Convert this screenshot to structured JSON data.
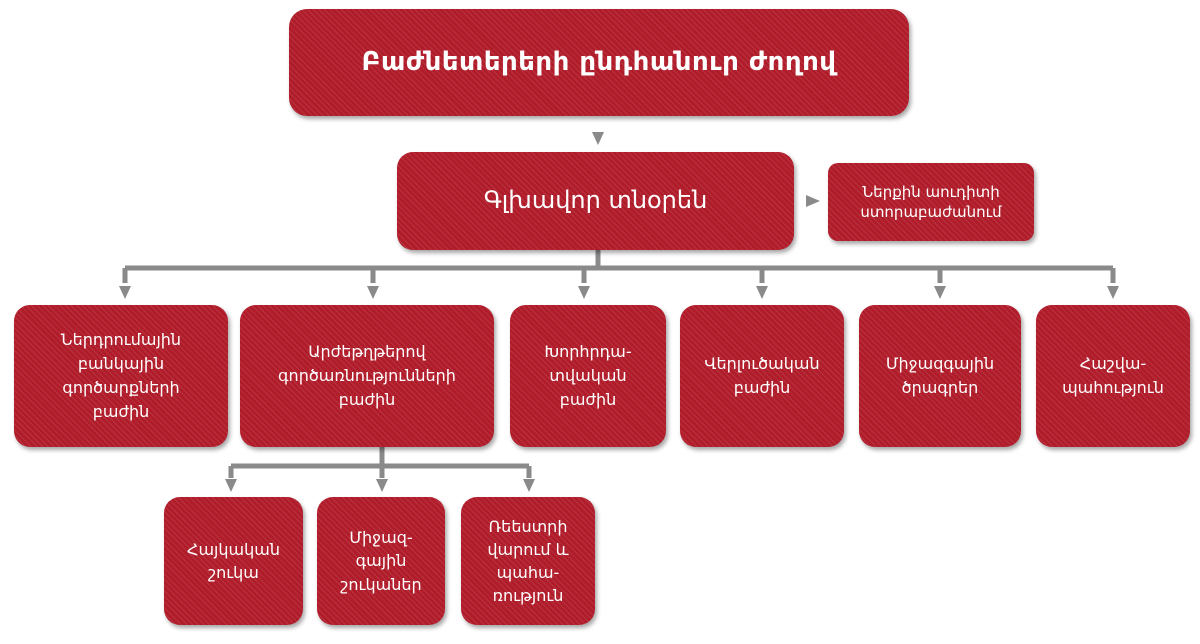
{
  "diagram": {
    "colors": {
      "box": "#b01c2a",
      "connector": "#8a8a8a"
    },
    "board": "Բաժնետերերի ընդհանուր ժողով",
    "ceo": "Գլխավոր տնօրեն",
    "internal_audit": "Ներքին աուդիտի\nստորաբաժանում",
    "departments": [
      "Ներդրումային\nբանկային\nգործարքների\nբաժին",
      "Արժեթղթերով\nգործառնությունների\nբաժին",
      "Խորհրդա-\nտվական\nբաժին",
      "Վերլուծական\nբաժին",
      "Միջազգային\nծրագրեր",
      "Հաշվա-\nպահություն"
    ],
    "sub_units": [
      "Հայկական\nշուկա",
      "Միջազ-\nգային\nշուկաներ",
      "Ռեեստրի\nվարում և\nպահա-\nռություն"
    ]
  }
}
